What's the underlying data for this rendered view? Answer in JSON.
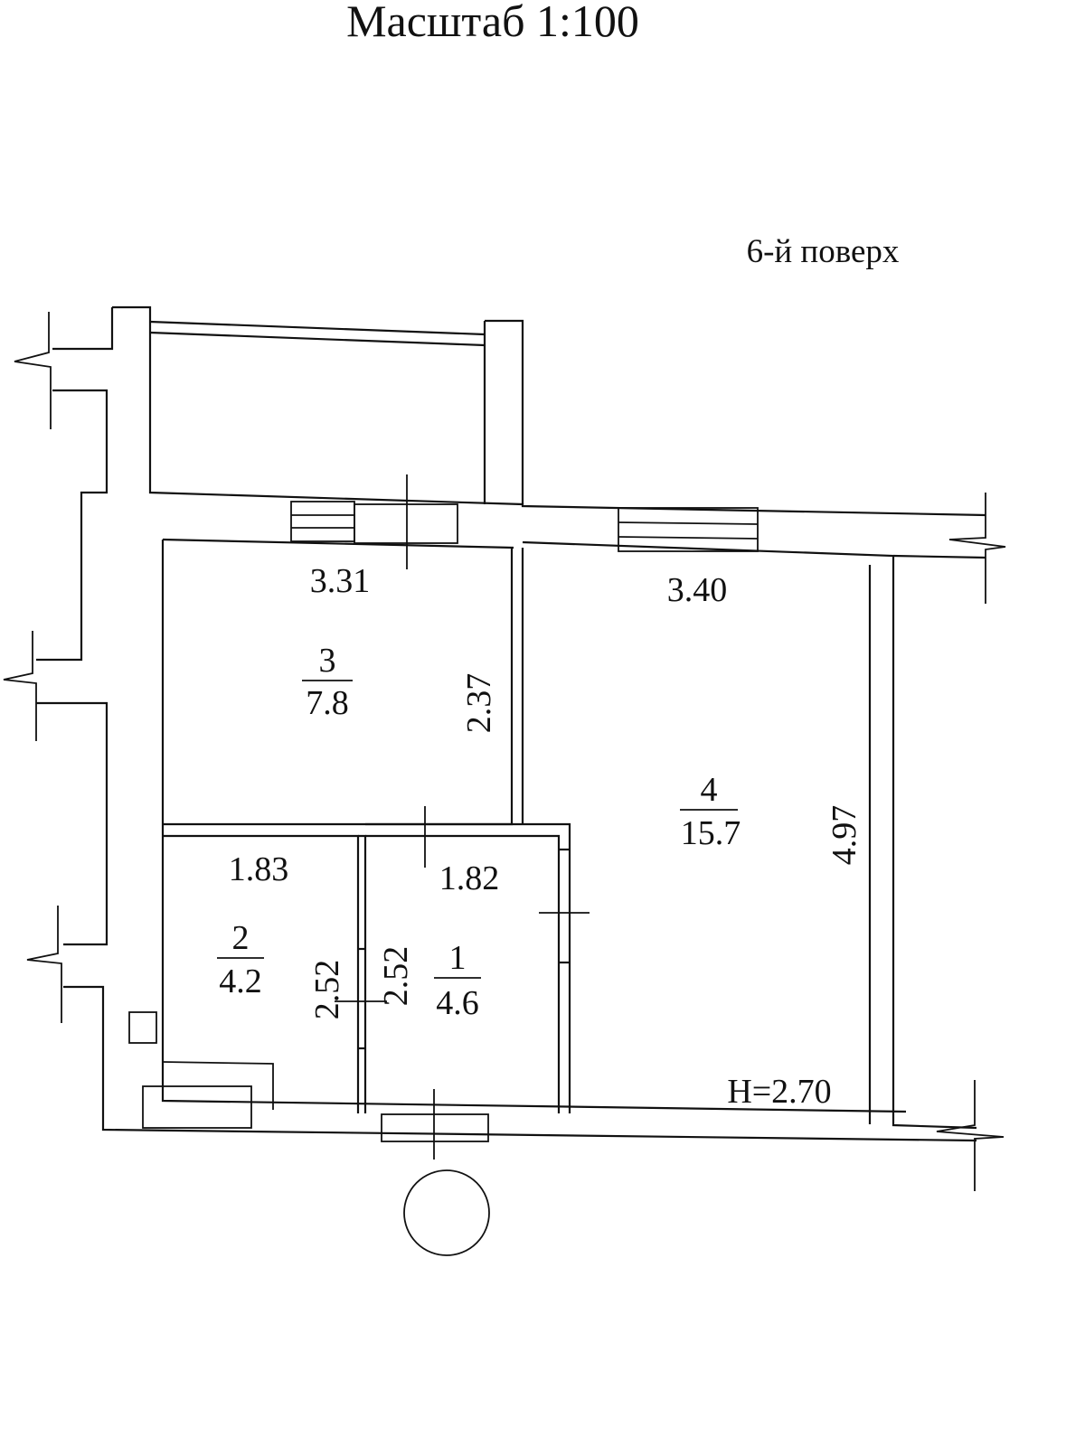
{
  "header": {
    "scale": "Масштаб 1:100",
    "floor": "6-й поверх"
  },
  "rooms": [
    {
      "id": "1",
      "number": "1",
      "area": "4.6"
    },
    {
      "id": "2",
      "number": "2",
      "area": "4.2"
    },
    {
      "id": "3",
      "number": "3",
      "area": "7.8"
    },
    {
      "id": "4",
      "number": "4",
      "area": "15.7"
    }
  ],
  "dimensions": {
    "room3_width": "3.31",
    "room3_depth": "2.37",
    "room4_width": "3.40",
    "room4_depth": "4.97",
    "room2_width": "1.83",
    "room2_depth": "2.52",
    "room1_width": "1.82",
    "room1_depth": "2.52"
  },
  "ceiling_height": "H=2.70",
  "colors": {
    "ink": "#111111",
    "paper": "#ffffff"
  }
}
